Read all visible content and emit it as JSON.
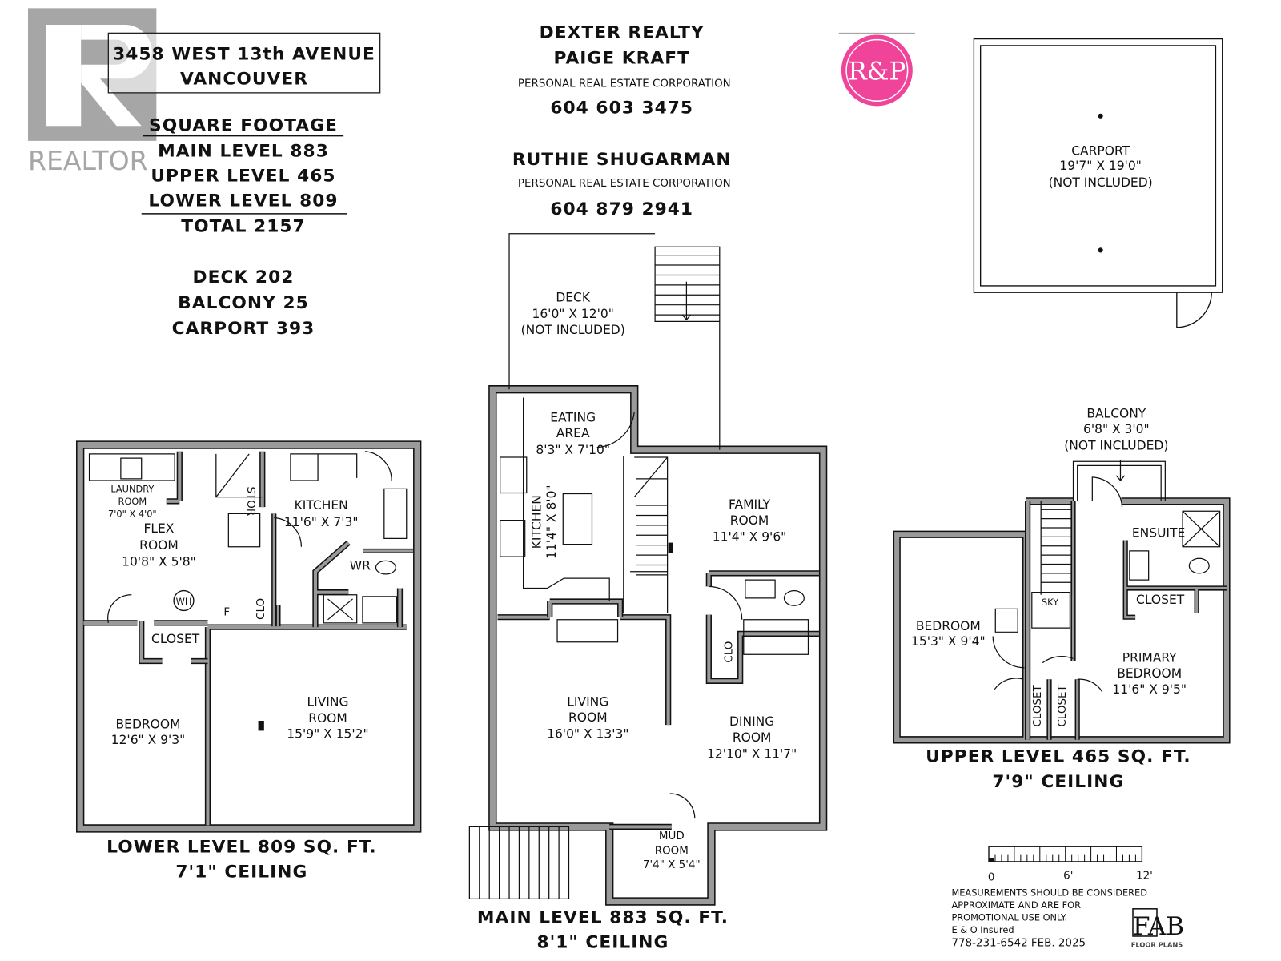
{
  "realtor_logo": {
    "text": "REALTOR",
    "color": "#a6a6a6"
  },
  "address": {
    "line1": "3458 WEST 13th AVENUE",
    "line2": "VANCOUVER"
  },
  "square_footage": {
    "heading": "SQUARE FOOTAGE",
    "main": "MAIN LEVEL 883",
    "upper": "UPPER LEVEL 465",
    "lower": "LOWER LEVEL 809",
    "total": "TOTAL 2157",
    "deck": "DECK 202",
    "balcony": "BALCONY 25",
    "carport": "CARPORT 393"
  },
  "agents": {
    "brokerage": "DEXTER REALTY",
    "agent1": "PAIGE KRAFT",
    "agent1_corp": "PERSONAL REAL ESTATE CORPORATION",
    "agent1_phone": "604 603 3475",
    "agent2": "RUTHIE SHUGARMAN",
    "agent2_corp": "PERSONAL REAL ESTATE CORPORATION",
    "agent2_phone": "604 879 2941"
  },
  "rp_logo": {
    "text": "R&P",
    "color": "#f0449a"
  },
  "carport": {
    "name": "CARPORT",
    "size": "19'7\" X 19'0\"",
    "note": "(NOT INCLUDED)"
  },
  "lower_level": {
    "title": "LOWER LEVEL 809 SQ. FT.",
    "ceiling": "7'1\" CEILING",
    "rooms": {
      "laundry": [
        "LAUNDRY",
        "ROOM",
        "7'0\" X 4'0\""
      ],
      "flex": [
        "FLEX",
        "ROOM",
        "10'8\" X 5'8\""
      ],
      "kitchen": [
        "KITCHEN",
        "11'6\" X 7'3\""
      ],
      "wr": "WR",
      "wh": "WH",
      "f": "F",
      "clo": "CLO",
      "stor": "STOR",
      "closet": "CLOSET",
      "bedroom": [
        "BEDROOM",
        "12'6\" X 9'3\""
      ],
      "living": [
        "LIVING",
        "ROOM",
        "15'9\" X 15'2\""
      ]
    }
  },
  "main_level": {
    "title": "MAIN LEVEL 883 SQ. FT.",
    "ceiling": "8'1\" CEILING",
    "rooms": {
      "deck": [
        "DECK",
        "16'0\" X 12'0\"",
        "(NOT INCLUDED)"
      ],
      "eating": [
        "EATING",
        "AREA",
        "8'3\" X 7'10\""
      ],
      "kitchen": [
        "KITCHEN",
        "11'4\" X 8'0\""
      ],
      "family": [
        "FAMILY",
        "ROOM",
        "11'4\" X 9'6\""
      ],
      "clo": "CLO",
      "living": [
        "LIVING",
        "ROOM",
        "16'0\" X 13'3\""
      ],
      "dining": [
        "DINING",
        "ROOM",
        "12'10\" X 11'7\""
      ],
      "mud": [
        "MUD",
        "ROOM",
        "7'4\" X 5'4\""
      ]
    }
  },
  "upper_level": {
    "title": "UPPER LEVEL 465 SQ. FT.",
    "ceiling": "7'9\" CEILING",
    "rooms": {
      "balcony": [
        "BALCONY",
        "6'8\" X 3'0\"",
        "(NOT INCLUDED)"
      ],
      "ensuite": "ENSUITE",
      "closet": "CLOSET",
      "sky": "SKY",
      "bedroom": [
        "BEDROOM",
        "15'3\" X 9'4\""
      ],
      "primary": [
        "PRIMARY",
        "BEDROOM",
        "11'6\" X 9'5\""
      ],
      "closet_a": "CLOSET",
      "closet_b": "CLOSET"
    }
  },
  "scale": {
    "labels": [
      "0",
      "6'",
      "12'"
    ]
  },
  "disclaimer": {
    "line1": "MEASUREMENTS SHOULD BE CONSIDERED",
    "line2": "APPROXIMATE AND ARE FOR",
    "line3": "PROMOTIONAL USE ONLY.",
    "insured": "E & O Insured",
    "contact": "778-231-6542  FEB. 2025"
  },
  "fab_logo": {
    "text": "FAB",
    "subtitle": "FLOOR PLANS"
  },
  "colors": {
    "wall_fill": "#9a9a9a",
    "ink": "#111111"
  }
}
